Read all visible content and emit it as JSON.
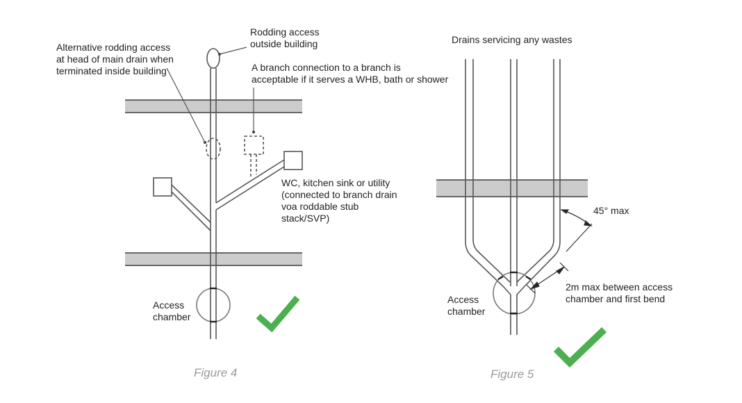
{
  "colors": {
    "line": "#555555",
    "floor_fill": "#cccccc",
    "floor_edge": "#666666",
    "check": "#4caf50",
    "caption": "#9a9a9a",
    "text": "#222222"
  },
  "figure4": {
    "caption": "Figure 4",
    "labels": {
      "alt_rodding": "Alternative rodding access\nat head of main drain when\nterminated inside building",
      "rodding_outside": "Rodding access\noutside building",
      "branch_connection": "A branch connection to a branch is\nacceptable if it serves a WHB, bath or shower",
      "wc_kitchen": "WC, kitchen sink or utility\n(connected to branch drain\nvoa roddable stub\nstack/SVP)",
      "access_chamber": "Access\nchamber"
    },
    "check_icon": "check-mark"
  },
  "figure5": {
    "caption": "Figure 5",
    "labels": {
      "title": "Drains servicing any wastes",
      "angle": "45° max",
      "distance": "2m max between access\nchamber and first bend",
      "access_chamber": "Access\nchamber"
    },
    "check_icon": "check-mark"
  }
}
